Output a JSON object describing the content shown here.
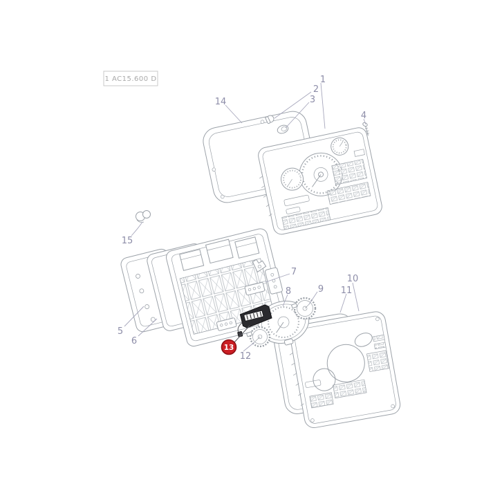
{
  "figure": {
    "code_label": "1 AC15.600 D"
  },
  "colors": {
    "line": "#9ba1a8",
    "label": "#8d8da8",
    "highlight": "#cb1e24",
    "highlight_ring": "#8e1015",
    "highlight_text": "#ffffff"
  },
  "callouts": [
    {
      "number": "1",
      "highlighted": false
    },
    {
      "number": "2",
      "highlighted": false
    },
    {
      "number": "3",
      "highlighted": false
    },
    {
      "number": "4",
      "highlighted": false
    },
    {
      "number": "5",
      "highlighted": false
    },
    {
      "number": "6",
      "highlighted": false
    },
    {
      "number": "7",
      "highlighted": false
    },
    {
      "number": "8",
      "highlighted": false
    },
    {
      "number": "9",
      "highlighted": false
    },
    {
      "number": "10",
      "highlighted": false
    },
    {
      "number": "11",
      "highlighted": false
    },
    {
      "number": "12",
      "highlighted": false
    },
    {
      "number": "13",
      "highlighted": true
    },
    {
      "number": "14",
      "highlighted": false
    },
    {
      "number": "15",
      "highlighted": false
    }
  ]
}
